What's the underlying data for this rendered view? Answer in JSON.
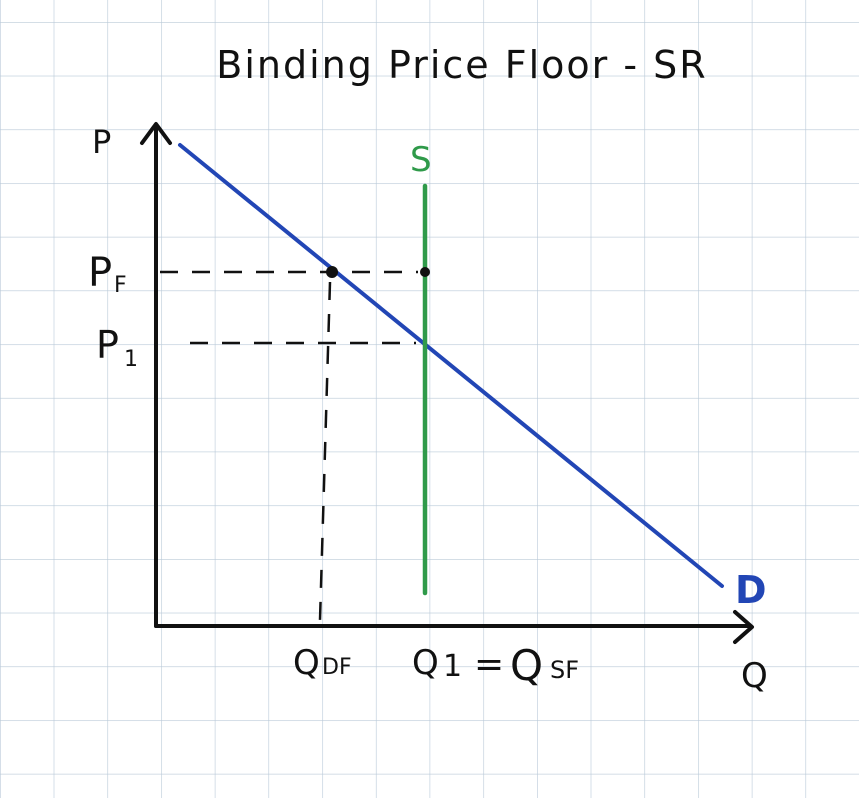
{
  "title": "Binding Price Floor - SR",
  "axes": {
    "y_label": "P",
    "x_label": "Q"
  },
  "curves": {
    "demand_label": "D",
    "supply_label": "S"
  },
  "price_labels": {
    "floor": "P",
    "floor_sub": "F",
    "equilibrium": "P",
    "equilibrium_sub": "1"
  },
  "quantity_labels": {
    "qdf": "Q",
    "qdf_sub": "DF",
    "q1": "Q",
    "q1_sub": "1",
    "equals": "=",
    "qsf": "Q",
    "qsf_sub": "SF"
  },
  "colors": {
    "grid": "#b9c9d8",
    "axis": "#111111",
    "demand": "#2246b5",
    "supply": "#2f9a4a",
    "guide": "#111111"
  }
}
